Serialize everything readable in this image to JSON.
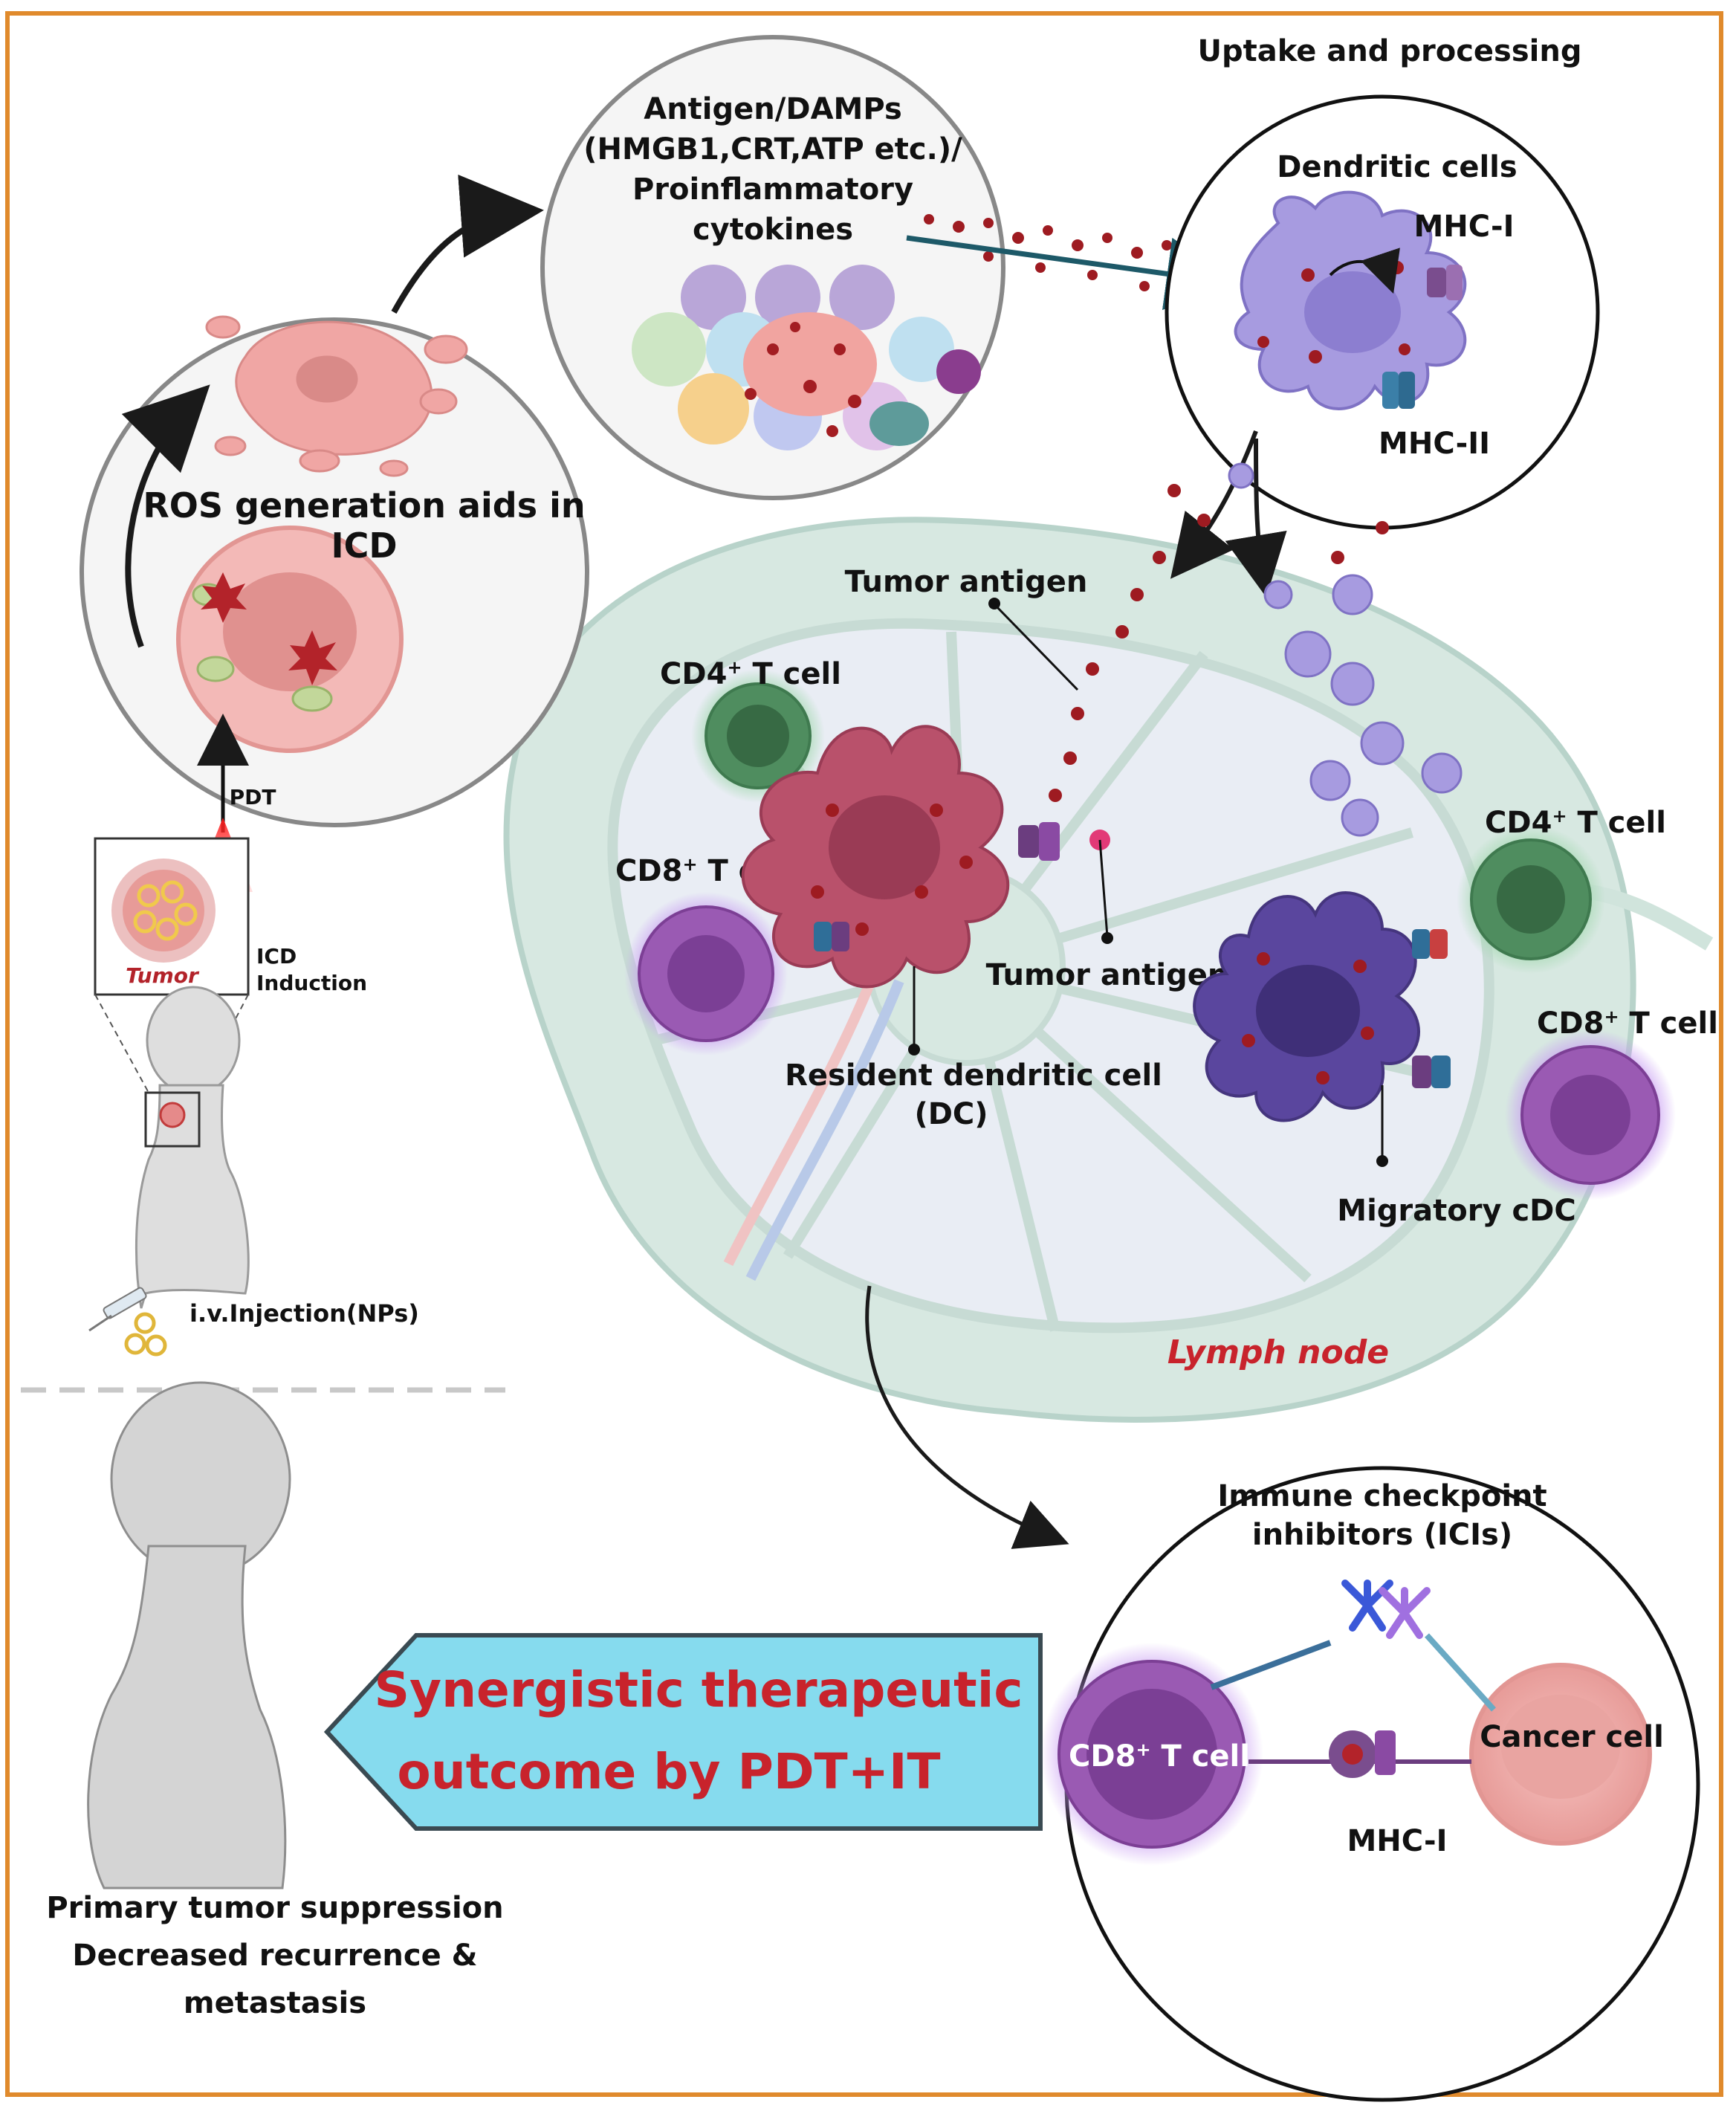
{
  "labels": {
    "uptake": "Uptake and processing",
    "dendritic_cells": "Dendritic cells",
    "mhc1_top": "MHC-I",
    "mhc2_top": "MHC-II",
    "antigen_l1": "Antigen/DAMPs",
    "antigen_l2": "(HMGB1,CRT,ATP etc.)/",
    "antigen_l3": "Proinflammatory",
    "antigen_l4": "cytokines",
    "ros_l1": "ROS generation aids in",
    "ros_l2": "ICD",
    "pdt": "PDT",
    "tumor": "Tumor",
    "icd_l1": "ICD",
    "icd_l2": "Induction",
    "injection": "i.v.Injection(NPs)",
    "tumor_antigen_top": "Tumor antigen",
    "cd4_left_pre": "CD4",
    "cd4_left_post": " T cell",
    "cd8_left_pre": "CD8",
    "cd8_left_post": " T cell",
    "tumor_antigen_mid": "Tumor antigen",
    "resident_l1": "Resident dendritic cell",
    "resident_l2": "(DC)",
    "cd4_right_pre": "CD4",
    "cd4_right_post": " T cell",
    "cd8_right_pre": "CD8",
    "cd8_right_post": " T cell",
    "migratory": "Migratory cDC",
    "lymph_node": "Lymph node",
    "ici_l1": "Immune checkpoint",
    "ici_l2": "inhibitors (ICIs)",
    "cd8_bottom_pre": "CD8",
    "cd8_bottom_post": " T cell",
    "cancer_cell": "Cancer cell",
    "mhc1_bottom": "MHC-I",
    "synergy_l1": "Synergistic therapeutic",
    "synergy_l2": "outcome by PDT+IT",
    "outcome_l1": "Primary tumor suppression",
    "outcome_l2": "Decreased recurrence &",
    "outcome_l3": "metastasis",
    "superscript_plus": "+"
  },
  "colors": {
    "border": "#e08a2c",
    "synergy_fill": "#86dbee",
    "synergy_text": "#c8232c",
    "dc_resident": "#b0445f",
    "dc_migratory": "#5a469e",
    "dc_top": "#a79be0",
    "cd4": "#3f7a4f",
    "cd8": "#8a4aa3",
    "antigen_dot": "#9e1b21",
    "lymph_node": "#cfe3dc",
    "cancer_cell": "#f2b3b0"
  }
}
